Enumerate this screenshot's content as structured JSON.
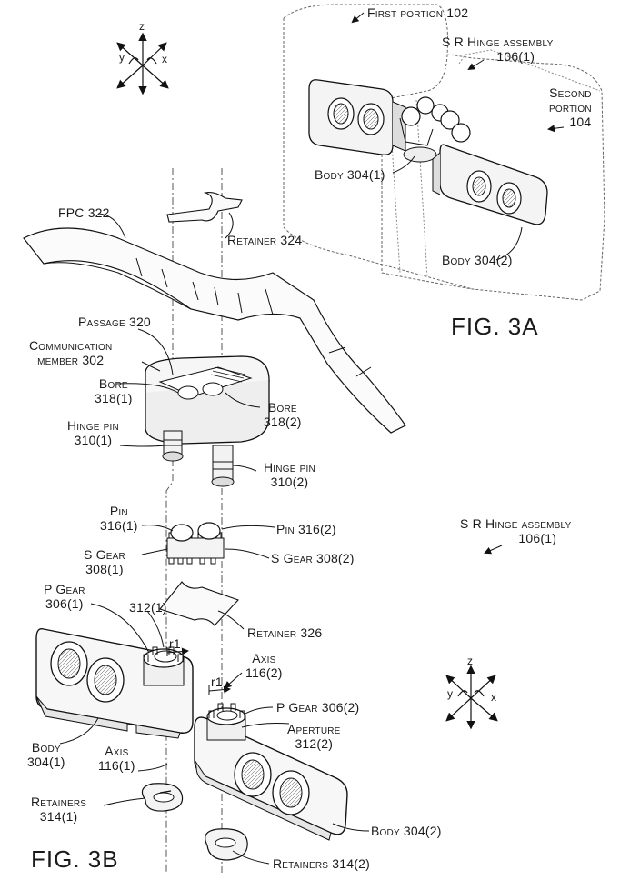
{
  "figures": {
    "fig_a": "FIG. 3A",
    "fig_b": "FIG. 3B"
  },
  "axes_a": {
    "z": "z",
    "y": "y",
    "x": "x"
  },
  "axes_b": {
    "z": "z",
    "y": "y",
    "x": "x"
  },
  "labels": {
    "first_portion": "First portion 102",
    "hinge_assembly_a": [
      "S R Hinge assembly",
      "106(1)"
    ],
    "second_portion": [
      "Second",
      "portion",
      "104"
    ],
    "body_304_1_a": "Body 304(1)",
    "body_304_2_a": "Body 304(2)",
    "fpc": "FPC 322",
    "retainer_324": "Retainer 324",
    "passage": "Passage 320",
    "communication_member": [
      "Communication",
      "member 302"
    ],
    "bore_318_1": [
      "Bore",
      "318(1)"
    ],
    "bore_318_2": [
      "Bore",
      "318(2)"
    ],
    "hinge_pin_310_1": [
      "Hinge pin",
      "310(1)"
    ],
    "hinge_pin_310_2": [
      "Hinge pin",
      "310(2)"
    ],
    "pin_316_1": [
      "Pin",
      "316(1)"
    ],
    "pin_316_2": "Pin 316(2)",
    "s_gear_308_1": [
      "S Gear",
      "308(1)"
    ],
    "s_gear_308_2": "S Gear 308(2)",
    "hinge_assembly_b": [
      "S R Hinge assembly",
      "106(1)"
    ],
    "p_gear_306_1": [
      "P Gear",
      "306(1)"
    ],
    "aperture_312_1": "312(1)",
    "r1_top": "r1",
    "retainer_326": "Retainer 326",
    "r1_bottom": "r1",
    "axis_116_2": [
      "Axis",
      "116(2)"
    ],
    "p_gear_306_2": "P Gear 306(2)",
    "aperture_312_2": [
      "Aperture",
      "312(2)"
    ],
    "body_304_1_b": [
      "Body",
      "304(1)"
    ],
    "axis_116_1": [
      "Axis",
      "116(1)"
    ],
    "retainers_314_1": [
      "Retainers",
      "314(1)"
    ],
    "body_304_2_b": "Body 304(2)",
    "retainers_314_2": "Retainers 314(2)"
  }
}
